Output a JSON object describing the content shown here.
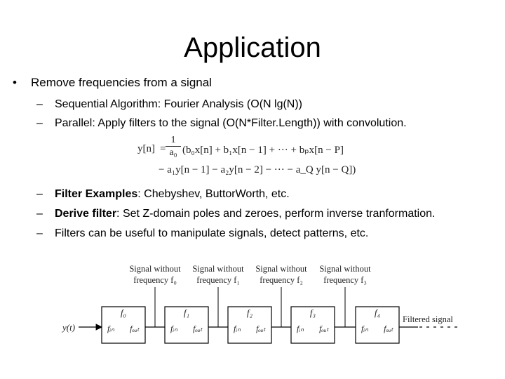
{
  "title": "Application",
  "bullet": "Remove frequencies from a signal",
  "bullet_marker": "•",
  "dash": "–",
  "sub1": "Sequential Algorithm: Fourier Analysis (O(N lg(N))",
  "sub2": "Parallel:  Apply filters to the signal (O(N*Filter.Length)) with convolution.",
  "equation": {
    "lhs": "y[n]",
    "eq": "=",
    "frac_num": "1",
    "frac_den": "a₀",
    "line1_rest": "(b₀x[n] + b₁x[n − 1] + ··· + bₚx[n − P]",
    "line2": "− a₁y[n − 1] − a₂y[n − 2] − ··· − a_Q y[n − Q])"
  },
  "sub3": {
    "bold": "Filter Examples",
    "rest": ": Chebyshev, ButtorWorth, etc."
  },
  "sub4": {
    "bold": "Derive filter",
    "rest": ": Set Z-domain poles and zeroes, perform inverse tranformation."
  },
  "sub5": "Filters can be useful to manipulate signals, detect patterns, etc.",
  "diagram": {
    "top_labels": [
      {
        "line1": "Signal without",
        "line2": "frequency f₀"
      },
      {
        "line1": "Signal without",
        "line2": "frequency f₁"
      },
      {
        "line1": "Signal without",
        "line2": "frequency f₂"
      },
      {
        "line1": "Signal without",
        "line2": "frequency f₃"
      }
    ],
    "filters": [
      "f₀",
      "f₁",
      "f₂",
      "f₃",
      "f₄"
    ],
    "port_in": "fᵢₙ",
    "port_out": "fₒᵤₜ",
    "input_label": "y(t)",
    "output_label": "Filtered signal"
  }
}
